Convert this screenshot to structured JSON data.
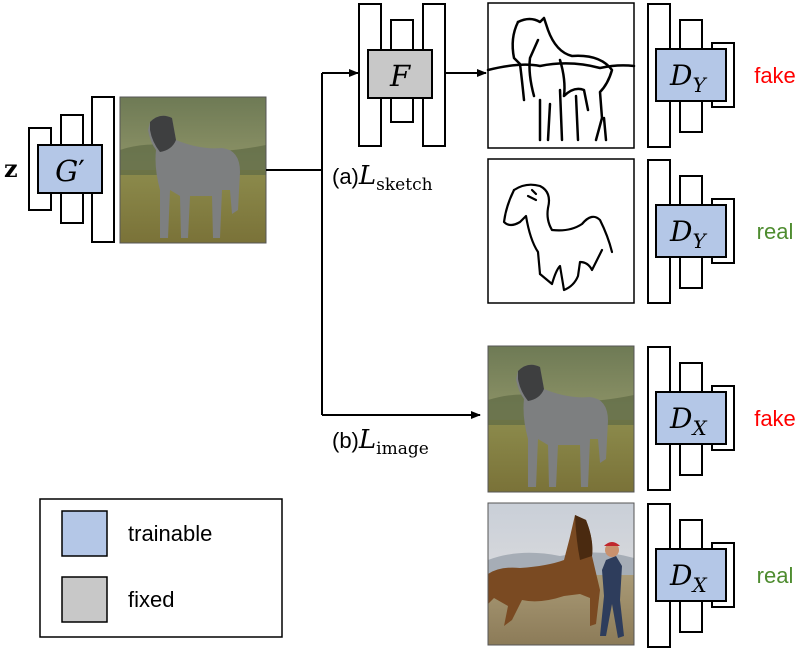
{
  "generator": {
    "input_symbol": "z",
    "label": "G",
    "prime": "′",
    "status": "trainable"
  },
  "sketch_network": {
    "label": "F",
    "status": "fixed"
  },
  "losses": {
    "sketch": {
      "tag": "(a)",
      "symbol": "L",
      "subscript": "sketch"
    },
    "image": {
      "tag": "(b)",
      "symbol": "L",
      "subscript": "image"
    }
  },
  "discriminators": [
    {
      "letter": "D",
      "subscript": "Y",
      "verdict": "fake",
      "input": "generated sketch",
      "status": "trainable"
    },
    {
      "letter": "D",
      "subscript": "Y",
      "verdict": "real",
      "input": "real sketch",
      "status": "trainable"
    },
    {
      "letter": "D",
      "subscript": "X",
      "verdict": "fake",
      "input": "generated photo",
      "status": "trainable"
    },
    {
      "letter": "D",
      "subscript": "X",
      "verdict": "real",
      "input": "real photo",
      "status": "trainable"
    }
  ],
  "legend": {
    "items": [
      {
        "label": "trainable",
        "color": "#b4c7e7"
      },
      {
        "label": "fixed",
        "color": "#c8c8c8"
      }
    ]
  },
  "colors": {
    "trainable": "#b4c7e7",
    "fixed": "#c8c8c8",
    "fake": "#ff0000",
    "real": "#4e8c2f",
    "stroke": "#000000"
  }
}
